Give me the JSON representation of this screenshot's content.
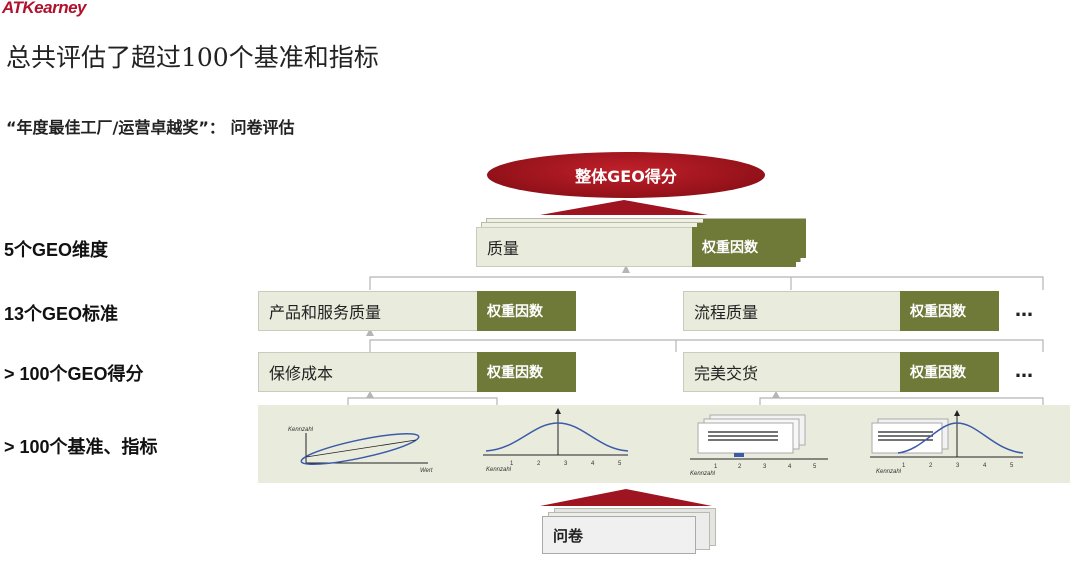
{
  "header": {
    "logo": "ATKearney",
    "title": "总共评估了超过100个基准和指标",
    "subtitle": "“年度最佳工厂/运营卓越奖”： 问卷评估"
  },
  "rows": {
    "dimensions": "5个GEO维度",
    "standards": "13个GEO标准",
    "scores": "> 100个GEO得分",
    "benchmarks": "> 100个基准、指标"
  },
  "diagram": {
    "top": "整体GEO得分",
    "dimension_box": {
      "label": "质量",
      "factor": "权重因数"
    },
    "standard_boxes": [
      {
        "label": "产品和服务质量",
        "factor": "权重因数"
      },
      {
        "label": "流程质量",
        "factor": "权重因数"
      }
    ],
    "score_boxes": [
      {
        "label": "保修成本",
        "factor": "权重因数"
      },
      {
        "label": "完美交货",
        "factor": "权重因数"
      }
    ],
    "ellipsis": "…",
    "questionnaire": "问卷",
    "colors": {
      "red": "#9e1420",
      "olive": "#6f7a39",
      "box": "#e9ecdd"
    }
  },
  "mini_charts": {
    "axis_y": "Kennzahl",
    "axis_x_value": "Wert",
    "axis_x": "Kennzahl",
    "ticks": [
      "1",
      "2",
      "3",
      "4",
      "5"
    ]
  }
}
